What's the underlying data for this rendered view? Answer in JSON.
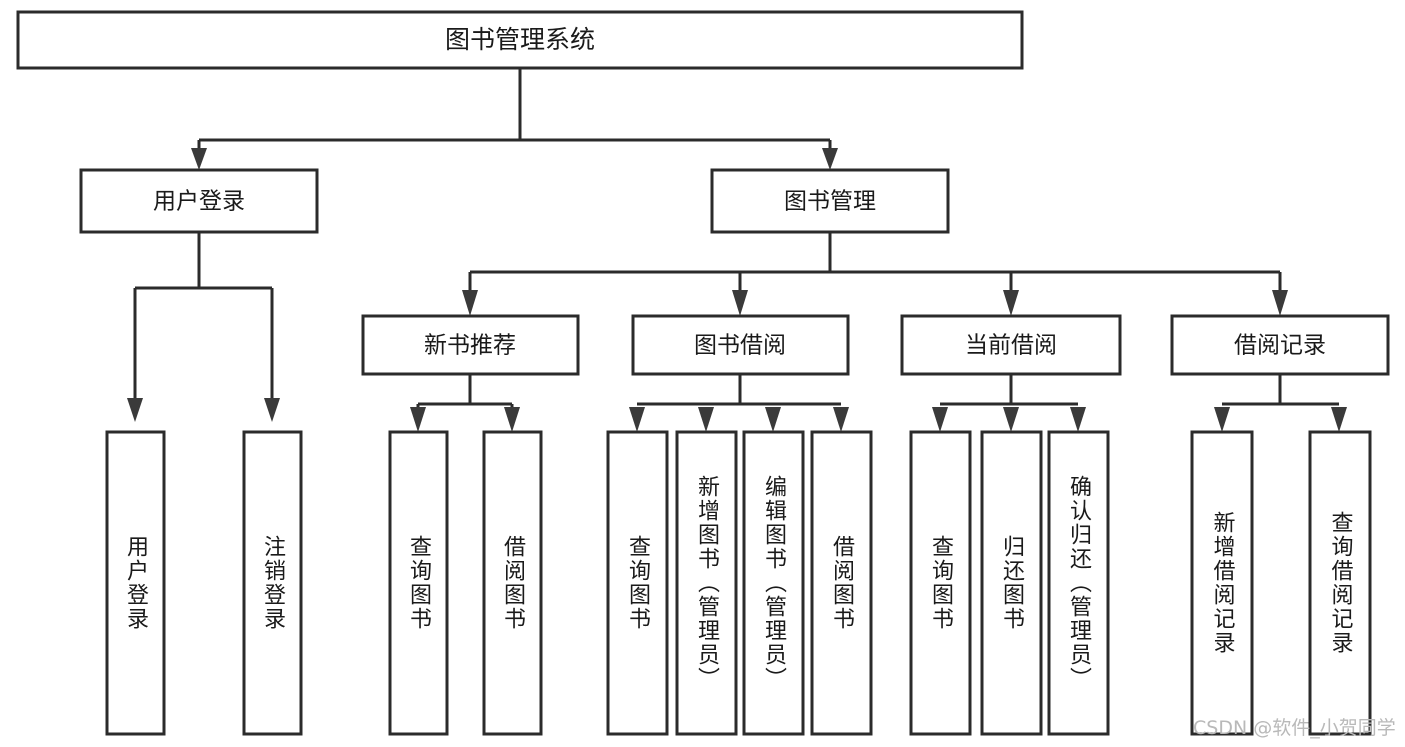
{
  "diagram": {
    "type": "tree-hierarchy",
    "title": "图书管理系统",
    "watermark": "CSDN @软件_小贺同学",
    "colors": {
      "background": "#ffffff",
      "stroke": "#2b2b2b",
      "arrow": "#3a3a3a",
      "text": "#1a1a1a",
      "watermark": "#b9b9b9"
    },
    "levels": {
      "root": {
        "label": "图书管理系统"
      },
      "level2": [
        {
          "id": "user-login",
          "label": "用户登录"
        },
        {
          "id": "book-management",
          "label": "图书管理"
        }
      ],
      "level3": [
        {
          "id": "new-book-recommend",
          "label": "新书推荐",
          "parent": "book-management"
        },
        {
          "id": "book-borrow",
          "label": "图书借阅",
          "parent": "book-management"
        },
        {
          "id": "current-borrow",
          "label": "当前借阅",
          "parent": "book-management"
        },
        {
          "id": "borrow-record",
          "label": "借阅记录",
          "parent": "book-management"
        }
      ],
      "leaves": [
        {
          "id": "leaf-user-login",
          "label": "用户登录",
          "parent": "user-login"
        },
        {
          "id": "leaf-logout-login",
          "label": "注销登录",
          "parent": "user-login"
        },
        {
          "id": "leaf-query-book-1",
          "label": "查询图书",
          "parent": "new-book-recommend"
        },
        {
          "id": "leaf-borrow-book-1",
          "label": "借阅图书",
          "parent": "new-book-recommend"
        },
        {
          "id": "leaf-query-book-2",
          "label": "查询图书",
          "parent": "book-borrow"
        },
        {
          "id": "leaf-add-book",
          "label": "新增图书（管理员）",
          "parent": "book-borrow"
        },
        {
          "id": "leaf-edit-book",
          "label": "编辑图书（管理员）",
          "parent": "book-borrow"
        },
        {
          "id": "leaf-borrow-book-2",
          "label": "借阅图书",
          "parent": "book-borrow"
        },
        {
          "id": "leaf-query-book-3",
          "label": "查询图书",
          "parent": "current-borrow"
        },
        {
          "id": "leaf-return-book",
          "label": "归还图书",
          "parent": "current-borrow"
        },
        {
          "id": "leaf-confirm-return",
          "label": "确认归还（管理员）",
          "parent": "current-borrow"
        },
        {
          "id": "leaf-add-record",
          "label": "新增借阅记录",
          "parent": "borrow-record"
        },
        {
          "id": "leaf-query-record",
          "label": "查询借阅记录",
          "parent": "borrow-record"
        }
      ]
    }
  }
}
